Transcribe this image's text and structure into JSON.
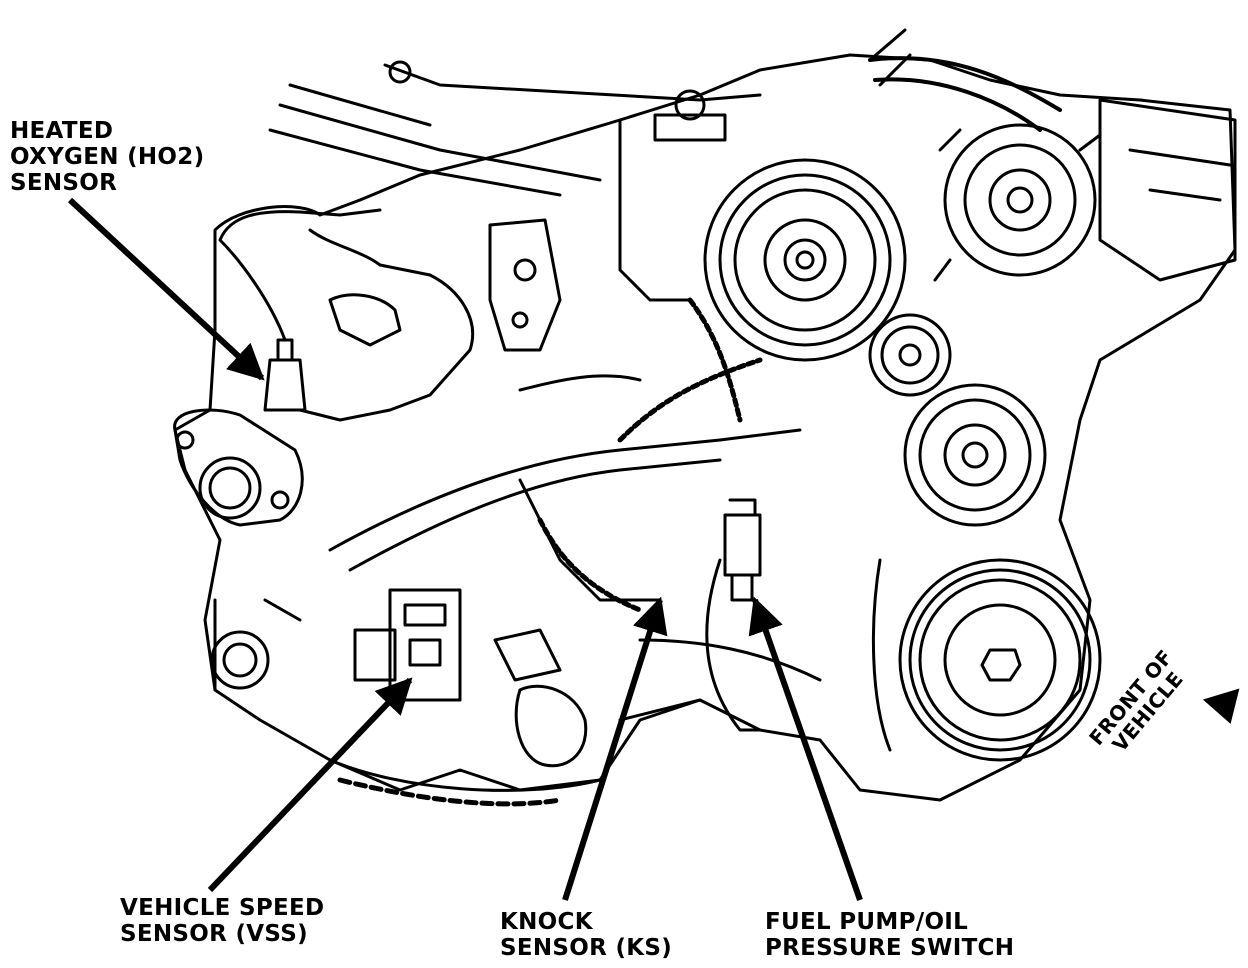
{
  "labels": {
    "ho2": [
      "HEATED",
      "OXYGEN (HO2)",
      "SENSOR"
    ],
    "vss": [
      "VEHICLE SPEED",
      "SENSOR (VSS)"
    ],
    "ks": [
      "KNOCK",
      "SENSOR (KS)"
    ],
    "fuel_pump": [
      "FUEL PUMP/OIL",
      "PRESSURE SWITCH"
    ],
    "front": [
      "FRONT OF",
      "VEHICLE"
    ]
  },
  "colors": {
    "ink": "#000000",
    "paper": "#ffffff"
  }
}
